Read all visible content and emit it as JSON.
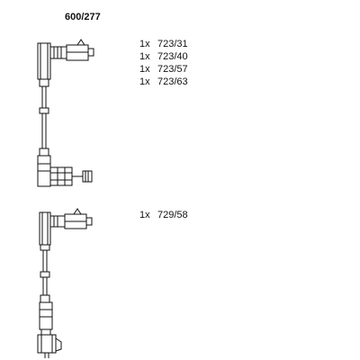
{
  "header": {
    "title": "600/277"
  },
  "groups": [
    {
      "parts": [
        {
          "qty": "1x",
          "number": "723/31"
        },
        {
          "qty": "1x",
          "number": "723/40"
        },
        {
          "qty": "1x",
          "number": "723/57"
        },
        {
          "qty": "1x",
          "number": "723/63"
        }
      ]
    },
    {
      "parts": [
        {
          "qty": "1x",
          "number": "729/58"
        }
      ]
    }
  ],
  "colors": {
    "ink": "#111111",
    "background": "#ffffff"
  }
}
